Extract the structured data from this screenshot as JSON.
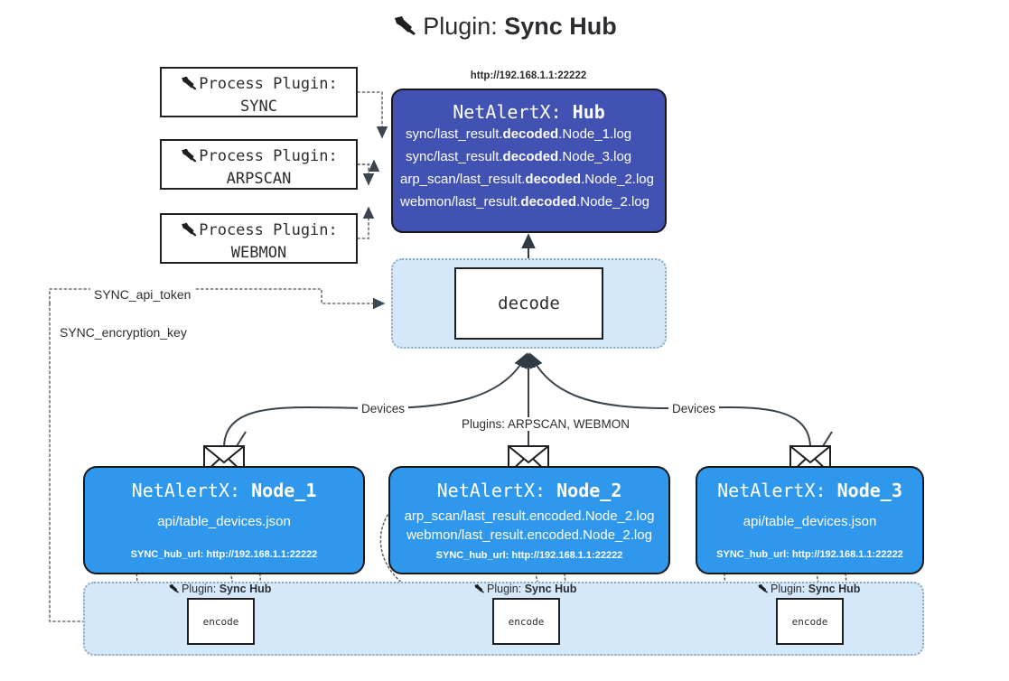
{
  "title": {
    "icon": "plug-icon",
    "prefix": "Plugin:",
    "name": "Sync Hub"
  },
  "process_plugins": [
    {
      "icon": "plug-icon",
      "line1": "Process Plugin:",
      "line2": "SYNC"
    },
    {
      "icon": "plug-icon",
      "line1": "Process Plugin:",
      "line2": "ARPSCAN"
    },
    {
      "icon": "plug-icon",
      "line1": "Process Plugin:",
      "line2": "WEBMON"
    }
  ],
  "hub": {
    "url": "http://192.168.1.1:22222",
    "title_prefix": "NetAlertX:",
    "title_name": "Hub",
    "logs": [
      {
        "pre": "sync/last_result.",
        "mid": "decoded",
        "post": ".Node_1.log"
      },
      {
        "pre": "sync/last_result.",
        "mid": "decoded",
        "post": ".Node_3.log"
      },
      {
        "pre": "arp_scan/last_result.",
        "mid": "decoded",
        "post": ".Node_2.log"
      },
      {
        "pre": "webmon/last_result.",
        "mid": "decoded",
        "post": ".Node_2.log"
      }
    ]
  },
  "decode": {
    "label": "decode"
  },
  "settings": {
    "api_token": "SYNC_api_token",
    "encryption_key": "SYNC_encryption_key"
  },
  "edges": {
    "devices_left": "Devices",
    "devices_right": "Devices",
    "plugins_center": "Plugins: ARPSCAN, WEBMON"
  },
  "nodes": [
    {
      "icon": "envelope-icon",
      "title_prefix": "NetAlertX:",
      "title_name": "Node_1",
      "lines": [
        "api/table_devices.json"
      ],
      "hub_url_label": "SYNC_hub_url: http://192.168.1.1:22222"
    },
    {
      "icon": "envelope-icon",
      "title_prefix": "NetAlertX:",
      "title_name": "Node_2",
      "lines": [
        "arp_scan/last_result.encoded.Node_2.log",
        "webmon/last_result.encoded.Node_2.log"
      ],
      "hub_url_label": "SYNC_hub_url: http://192.168.1.1:22222"
    },
    {
      "icon": "envelope-icon",
      "title_prefix": "NetAlertX:",
      "title_name": "Node_3",
      "lines": [
        "api/table_devices.json"
      ],
      "hub_url_label": "SYNC_hub_url: http://192.168.1.1:22222"
    }
  ],
  "encoders": [
    {
      "icon": "plug-icon",
      "plugin_prefix": "Plugin:",
      "plugin_name": "Sync Hub",
      "label": "encode"
    },
    {
      "icon": "plug-icon",
      "plugin_prefix": "Plugin:",
      "plugin_name": "Sync Hub",
      "label": "encode"
    },
    {
      "icon": "plug-icon",
      "plugin_prefix": "Plugin:",
      "plugin_name": "Sync Hub",
      "label": "encode"
    }
  ],
  "colors": {
    "hub_fill": "#4152b3",
    "node_fill": "#2f98ec",
    "container_fill": "#d5e8f9",
    "stroke": "#1d1f22"
  }
}
